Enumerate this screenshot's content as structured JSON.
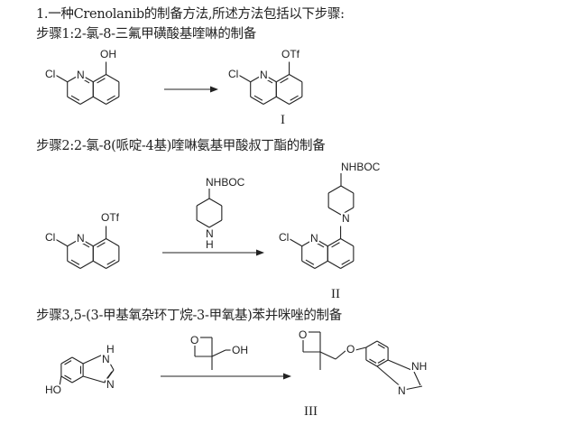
{
  "text": {
    "claim": "1.一种Crenolanib的制备方法,所述方法包括以下步骤:",
    "step1": "步骤1:2-氯-8-三氟甲磺酸基喹啉的制备",
    "step2": "步骤2:2-氯-8(哌啶-4基)喹啉氨基甲酸叔丁酯的制备",
    "step3": "步骤3,5-(3-甲基氧杂环丁烷-3-甲氧基)苯并咪唑的制备"
  },
  "scheme1": {
    "sm": {
      "cl": "Cl",
      "n": "N",
      "oh": "OH"
    },
    "product": {
      "cl": "Cl",
      "n": "N",
      "otf": "OTf"
    },
    "label": "I"
  },
  "scheme2": {
    "sm": {
      "cl": "Cl",
      "n": "N",
      "otf": "OTf"
    },
    "reagent": {
      "nhboc": "NHBOC",
      "n": "N",
      "h": "H"
    },
    "product": {
      "cl": "Cl",
      "n": "N",
      "pip_n": "N",
      "nhboc": "NHBOC"
    },
    "label": "II"
  },
  "scheme3": {
    "sm": {
      "nh": "H",
      "n_top": "N",
      "n": "N",
      "ho": "HO"
    },
    "reagent": {
      "o": "O",
      "oh": "OH"
    },
    "product": {
      "o_ring": "O",
      "o": "O",
      "nh": "NH",
      "n": "N"
    },
    "label": "III"
  }
}
